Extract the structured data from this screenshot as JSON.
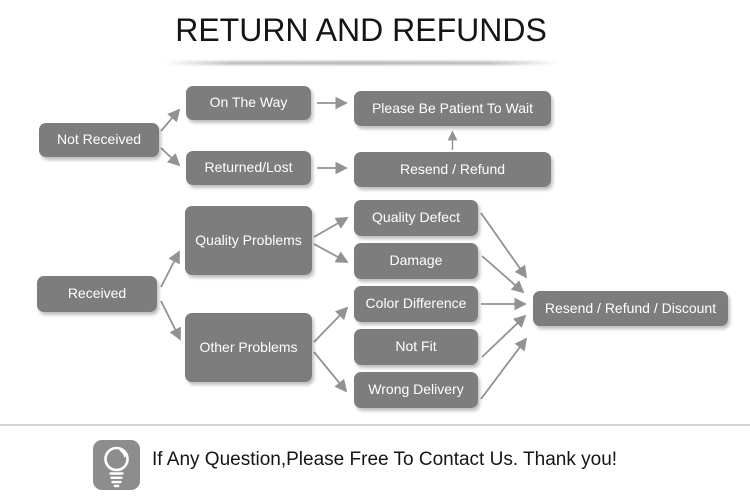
{
  "title": "RETURN AND REFUNDS",
  "colors": {
    "box_gray": "#7d7d7d",
    "arrow_gray": "#929292",
    "icon_bg_gray": "#8d8d8d",
    "divider_gray": "#d6d6d6",
    "title_black": "#151515",
    "box_text_white": "#ffffff"
  },
  "flowchart": {
    "nodes": {
      "not_received": "Not Received",
      "on_the_way": "On The Way",
      "returned_lost": "Returned/Lost",
      "please_wait": "Please Be Patient To Wait",
      "resend_refund": "Resend / Refund",
      "received": "Received",
      "quality_problems": "Quality Problems",
      "other_problems": "Other Problems",
      "quality_defect": "Quality Defect",
      "damage": "Damage",
      "color_difference": "Color Difference",
      "not_fit": "Not Fit",
      "wrong_delivery": "Wrong Delivery",
      "resend_refund_discount": "Resend / Refund / Discount"
    }
  },
  "footer": {
    "icon": "lightbulb-icon",
    "message": "If Any Question,Please Free To Contact Us. Thank you!"
  }
}
